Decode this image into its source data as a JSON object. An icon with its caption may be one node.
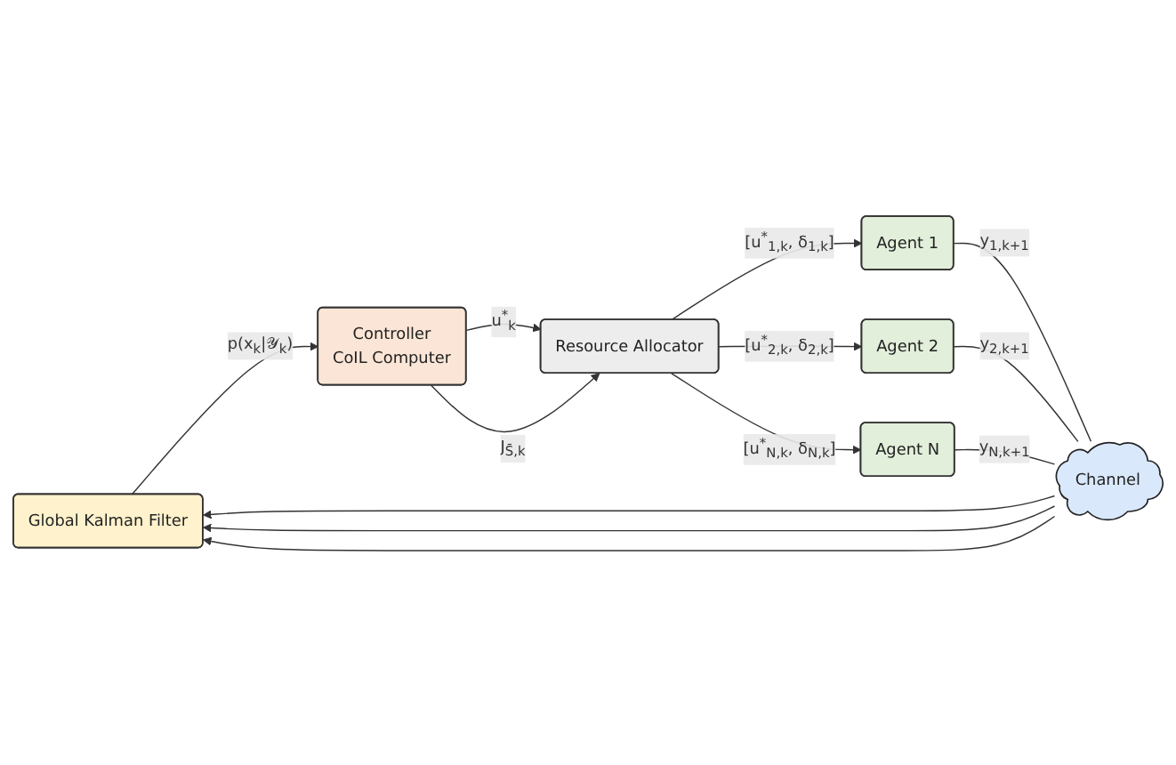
{
  "diagram": {
    "nodes": [
      {
        "text": [
          "Global Kalman Filter"
        ]
      },
      {
        "text": [
          "Controller",
          "CoIL Computer"
        ]
      },
      {
        "text": [
          "Resource Allocator"
        ]
      },
      {
        "text": [
          "Channel"
        ]
      },
      {
        "text": [
          "Agent 1"
        ]
      },
      {
        "text": [
          "Agent 2"
        ]
      },
      {
        "text": [
          "Agent N"
        ]
      }
    ],
    "edges": [
      {
        "from": 3,
        "to": 0,
        "arrow": "to"
      },
      {
        "from": 3,
        "to": 0,
        "arrow": "to"
      },
      {
        "from": 3,
        "to": 0,
        "arrow": "to"
      },
      {
        "from": 0,
        "to": 1,
        "arrow": "to",
        "label": "p(x$_{k}$|𝒴$_{k}$)"
      },
      {
        "from": 1,
        "to": 2,
        "arrow": "to",
        "label": "u$^{*}$$_{k}$"
      },
      {
        "from": 1,
        "to": 2,
        "arrow": "to",
        "label": "J$_{S̄,k}$"
      },
      {
        "from": 2,
        "to": 4,
        "arrow": "to",
        "label": "[u$^{*}$$_{1,k}$, δ$_{1,k}$]"
      },
      {
        "from": 2,
        "to": 5,
        "arrow": "to",
        "label": "[u$^{*}$$_{2,k}$, δ$_{2,k}$]"
      },
      {
        "from": 2,
        "to": 6,
        "arrow": "to",
        "label": "[u$^{*}$$_{N,k}$, δ$_{N,k}$]"
      },
      {
        "from": 4,
        "to": 3,
        "arrow": "none",
        "label": "y$_{1,k+1}$"
      },
      {
        "from": 5,
        "to": 3,
        "arrow": "none",
        "label": "y$_{2,k+1}$"
      },
      {
        "from": 6,
        "to": 3,
        "arrow": "none",
        "label": "y$_{N,k+1}$"
      }
    ]
  }
}
